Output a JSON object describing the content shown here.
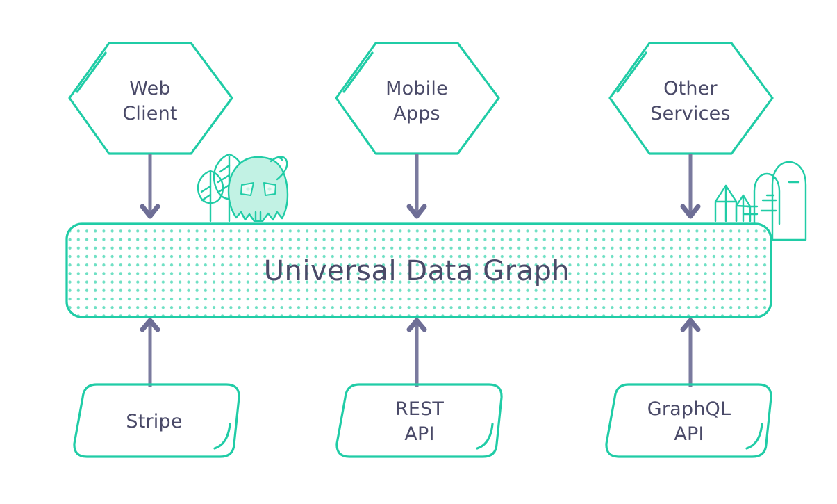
{
  "diagram": {
    "title": "Universal Data Graph",
    "colors": {
      "teal": "#20CCA6",
      "slate": "#4A4A68",
      "arrow": "#6E6E96",
      "mascot_fill": "#C2F2E4",
      "background": "#FFFFFF"
    },
    "center_bar": {
      "label": "Universal Data Graph",
      "pattern": "dotted"
    },
    "consumers": [
      {
        "id": "web-client",
        "line1": "Web",
        "line2": "Client",
        "shape": "hexagon"
      },
      {
        "id": "mobile-apps",
        "line1": "Mobile",
        "line2": "Apps",
        "shape": "hexagon"
      },
      {
        "id": "other-services",
        "line1": "Other",
        "line2": "Services",
        "shape": "hexagon"
      }
    ],
    "sources": [
      {
        "id": "stripe",
        "line1": "Stripe",
        "line2": "",
        "shape": "card"
      },
      {
        "id": "rest-api",
        "line1": "REST",
        "line2": "API",
        "shape": "card"
      },
      {
        "id": "graphql-api",
        "line1": "GraphQL",
        "line2": "API",
        "shape": "card"
      }
    ],
    "connections": [
      {
        "id": "web-client-to-graph",
        "direction": "down"
      },
      {
        "id": "mobile-apps-to-graph",
        "direction": "down"
      },
      {
        "id": "other-services-to-graph",
        "direction": "down"
      },
      {
        "id": "stripe-to-graph",
        "direction": "up"
      },
      {
        "id": "rest-api-to-graph",
        "direction": "up"
      },
      {
        "id": "graphql-api-to-graph",
        "direction": "up"
      }
    ],
    "decorations": [
      {
        "id": "mascot",
        "name": "ghost-mascot"
      },
      {
        "id": "trees",
        "name": "trees"
      },
      {
        "id": "crystals",
        "name": "crystals"
      },
      {
        "id": "cacti",
        "name": "cacti"
      }
    ]
  }
}
